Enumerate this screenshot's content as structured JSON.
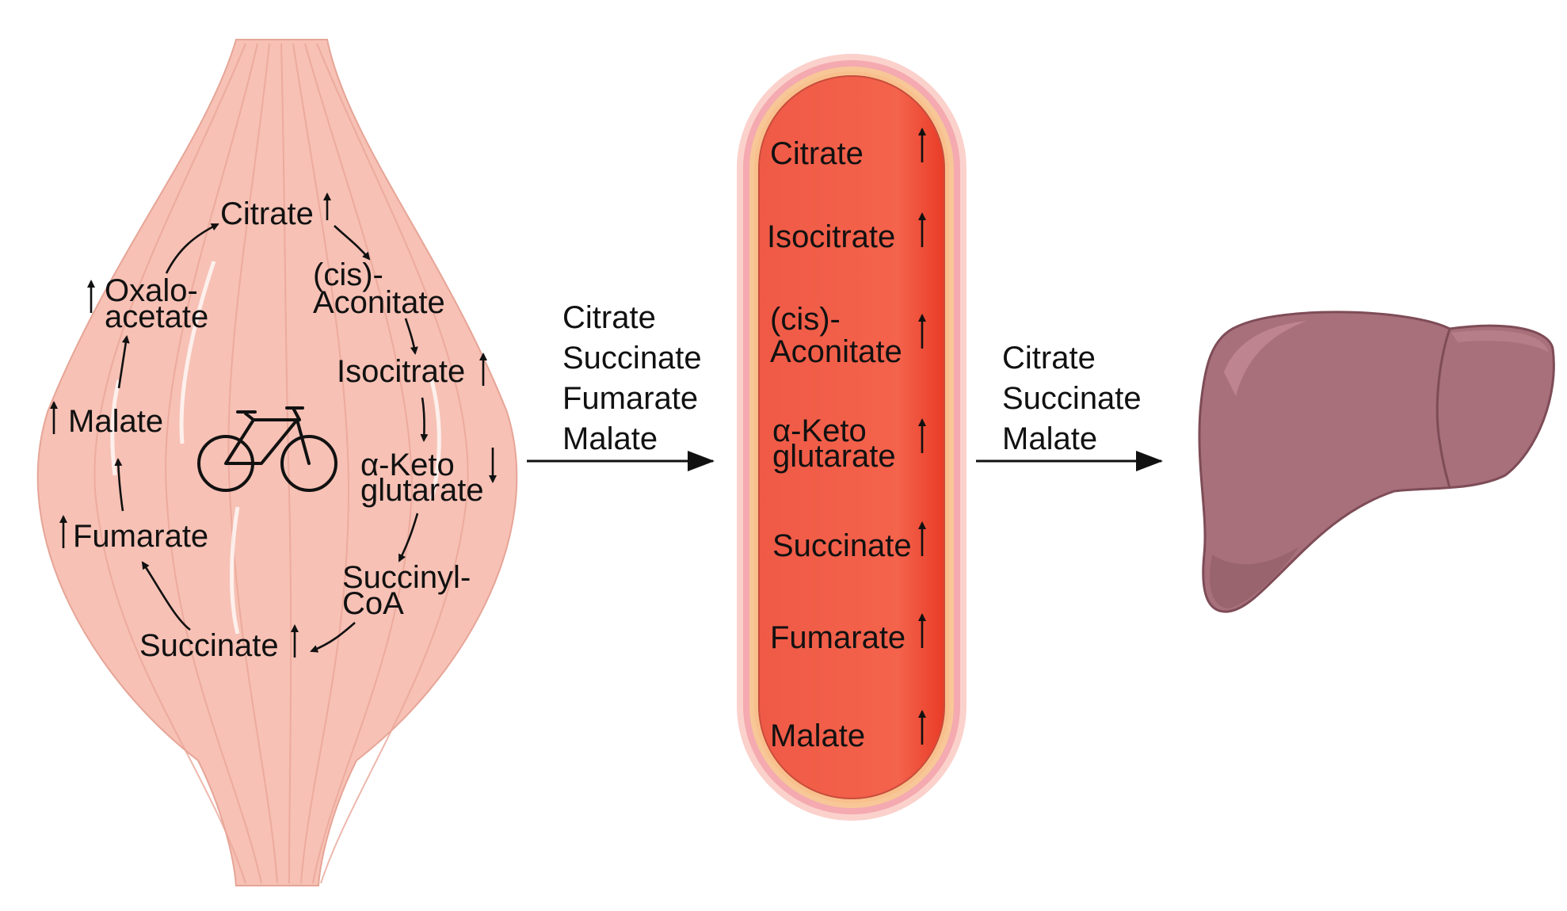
{
  "muscle": {
    "cycle": {
      "citrate": "Citrate",
      "cis_aconitate_1": "(cis)-",
      "cis_aconitate_2": "Aconitate",
      "isocitrate": "Isocitrate",
      "akg_1": "α-Keto",
      "akg_2": "glutarate",
      "succinyl_1": "Succinyl-",
      "succinyl_2": "CoA",
      "succinate": "Succinate",
      "fumarate": "Fumarate",
      "malate": "Malate",
      "oxalo_1": "Oxalo-",
      "oxalo_2": "acetate"
    },
    "icon": "bicycle-icon"
  },
  "transfer_to_blood": {
    "items": [
      "Citrate",
      "Succinate",
      "Fumarate",
      "Malate"
    ]
  },
  "blood_vessel": {
    "items": [
      {
        "line1": "Citrate",
        "line2": ""
      },
      {
        "line1": "Isocitrate",
        "line2": ""
      },
      {
        "line1": "(cis)-",
        "line2": "Aconitate"
      },
      {
        "line1": "α-Keto",
        "line2": "glutarate"
      },
      {
        "line1": "Succinate",
        "line2": ""
      },
      {
        "line1": "Fumarate",
        "line2": ""
      },
      {
        "line1": "Malate",
        "line2": ""
      }
    ]
  },
  "transfer_to_liver": {
    "items": [
      "Citrate",
      "Succinate",
      "Malate"
    ]
  },
  "colors": {
    "muscle": "#f7c1b5",
    "blood": "#f4604a",
    "liver": "#a8707b"
  }
}
